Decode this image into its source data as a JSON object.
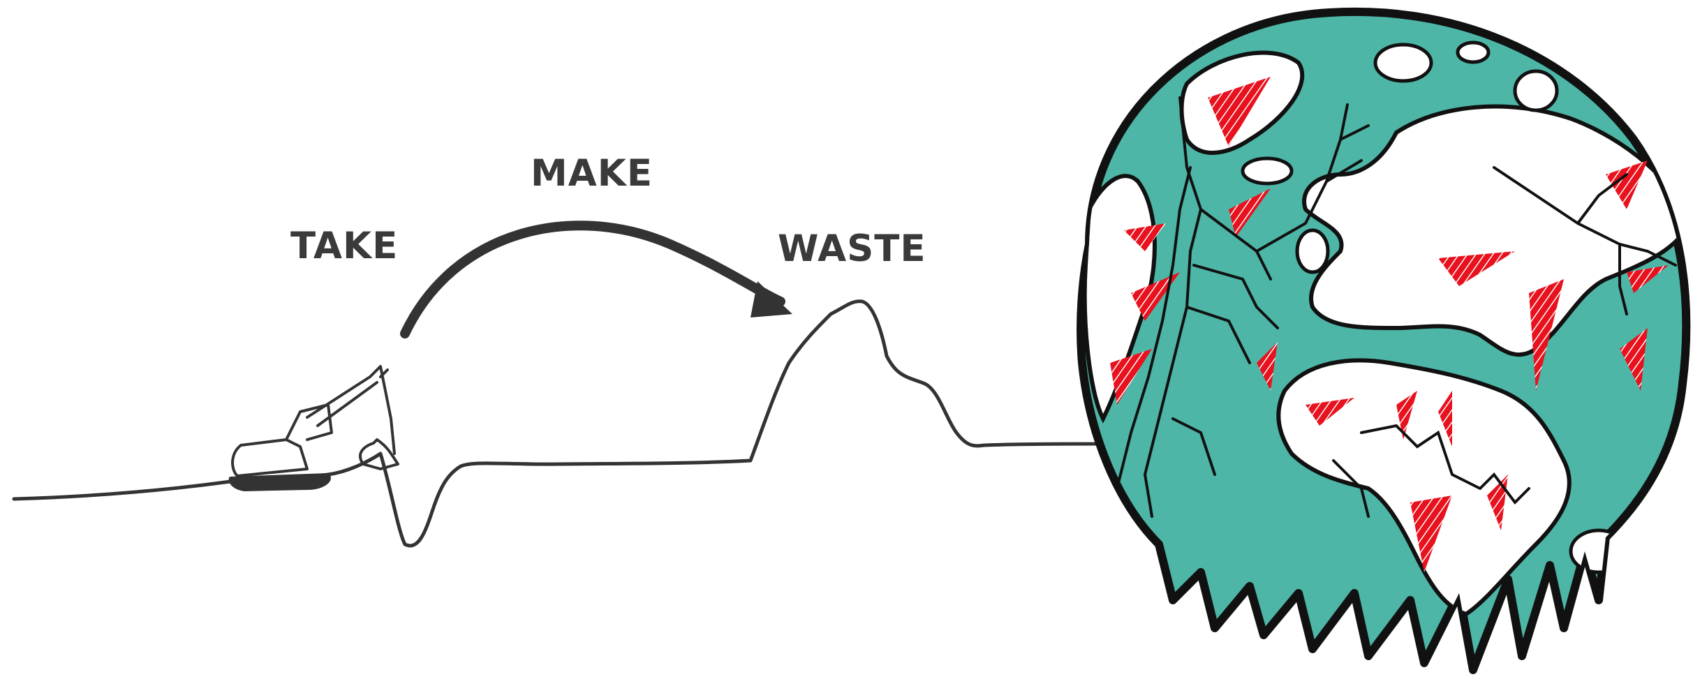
{
  "labels": {
    "take": "TAKE",
    "make": "MAKE",
    "waste": "WASTE"
  },
  "colors": {
    "ink": "#333333",
    "text": "#3a3a3a",
    "ocean": "#4db6a6",
    "damage": "#e8121e",
    "land": "#ffffff",
    "background": "#ffffff"
  },
  "icons": {
    "excavator": "excavator-icon",
    "melting_earth": "melting-earth-icon"
  }
}
